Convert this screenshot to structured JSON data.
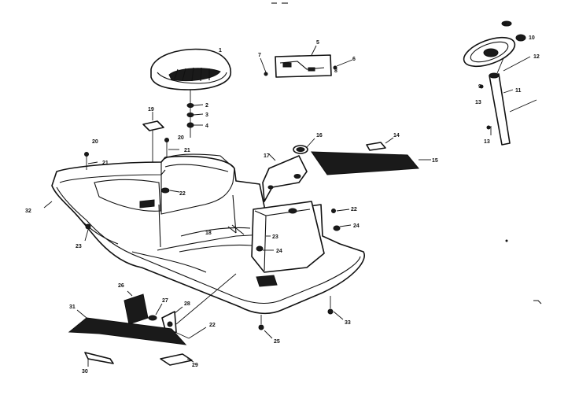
{
  "callouts": {
    "c1": "1",
    "c2": "2",
    "c3": "3",
    "c4": "4",
    "c5": "5",
    "c6": "6",
    "c7": "7",
    "c8": "8",
    "c9a": "9",
    "c9b": "9",
    "c10": "10",
    "c11": "11",
    "c12": "12",
    "c13a": "13",
    "c13b": "13",
    "c14": "14",
    "c15": "15",
    "c16": "16",
    "c17": "17",
    "c18": "18",
    "c19": "19",
    "c20a": "20",
    "c20b": "20",
    "c21a": "21",
    "c21b": "21",
    "c22a": "22",
    "c22b": "22",
    "c22c": "22",
    "c23a": "23",
    "c23b": "23",
    "c24a": "24",
    "c24b": "24",
    "c25": "25",
    "c26": "26",
    "c27": "27",
    "c28": "28",
    "c29": "29",
    "c30": "30",
    "c31": "31",
    "c32": "32",
    "c33": "33"
  }
}
